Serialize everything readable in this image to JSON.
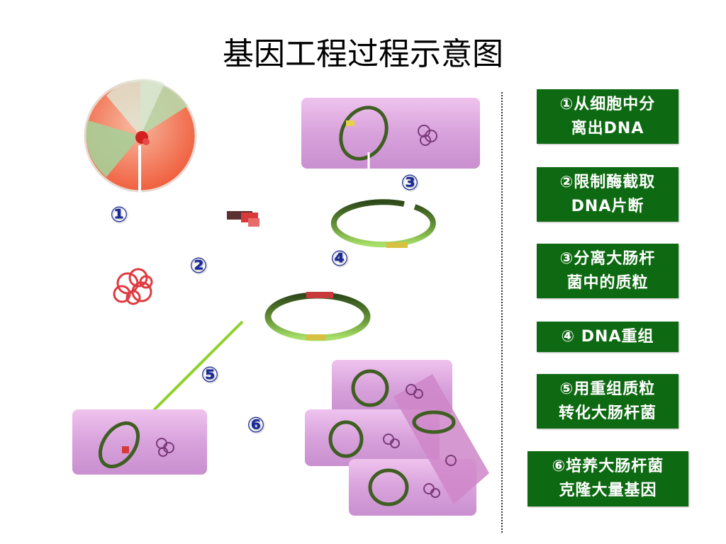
{
  "title": "基因工程过程示意图",
  "markers": [
    "①",
    "②",
    "③",
    "④",
    "⑤",
    "⑥"
  ],
  "steps": [
    {
      "label": "①从细胞中分\n离出DNA"
    },
    {
      "label": "②限制酶截取\nDNA片断"
    },
    {
      "label": "③分离大肠杆\n菌中的质粒"
    },
    {
      "label": "④ DNA重组"
    },
    {
      "label": "⑤用重组质粒\n转化大肠杆菌"
    },
    {
      "label": "⑥培养大肠杆菌\n克隆大量基因"
    }
  ],
  "colors": {
    "step_box": "#0e6a12",
    "marker": "#1a2a9a",
    "bacterium": "#d9a3dc",
    "plasmid": "#4a6a2a",
    "dna": "#e8323a",
    "arrow": "#8fd12a"
  }
}
